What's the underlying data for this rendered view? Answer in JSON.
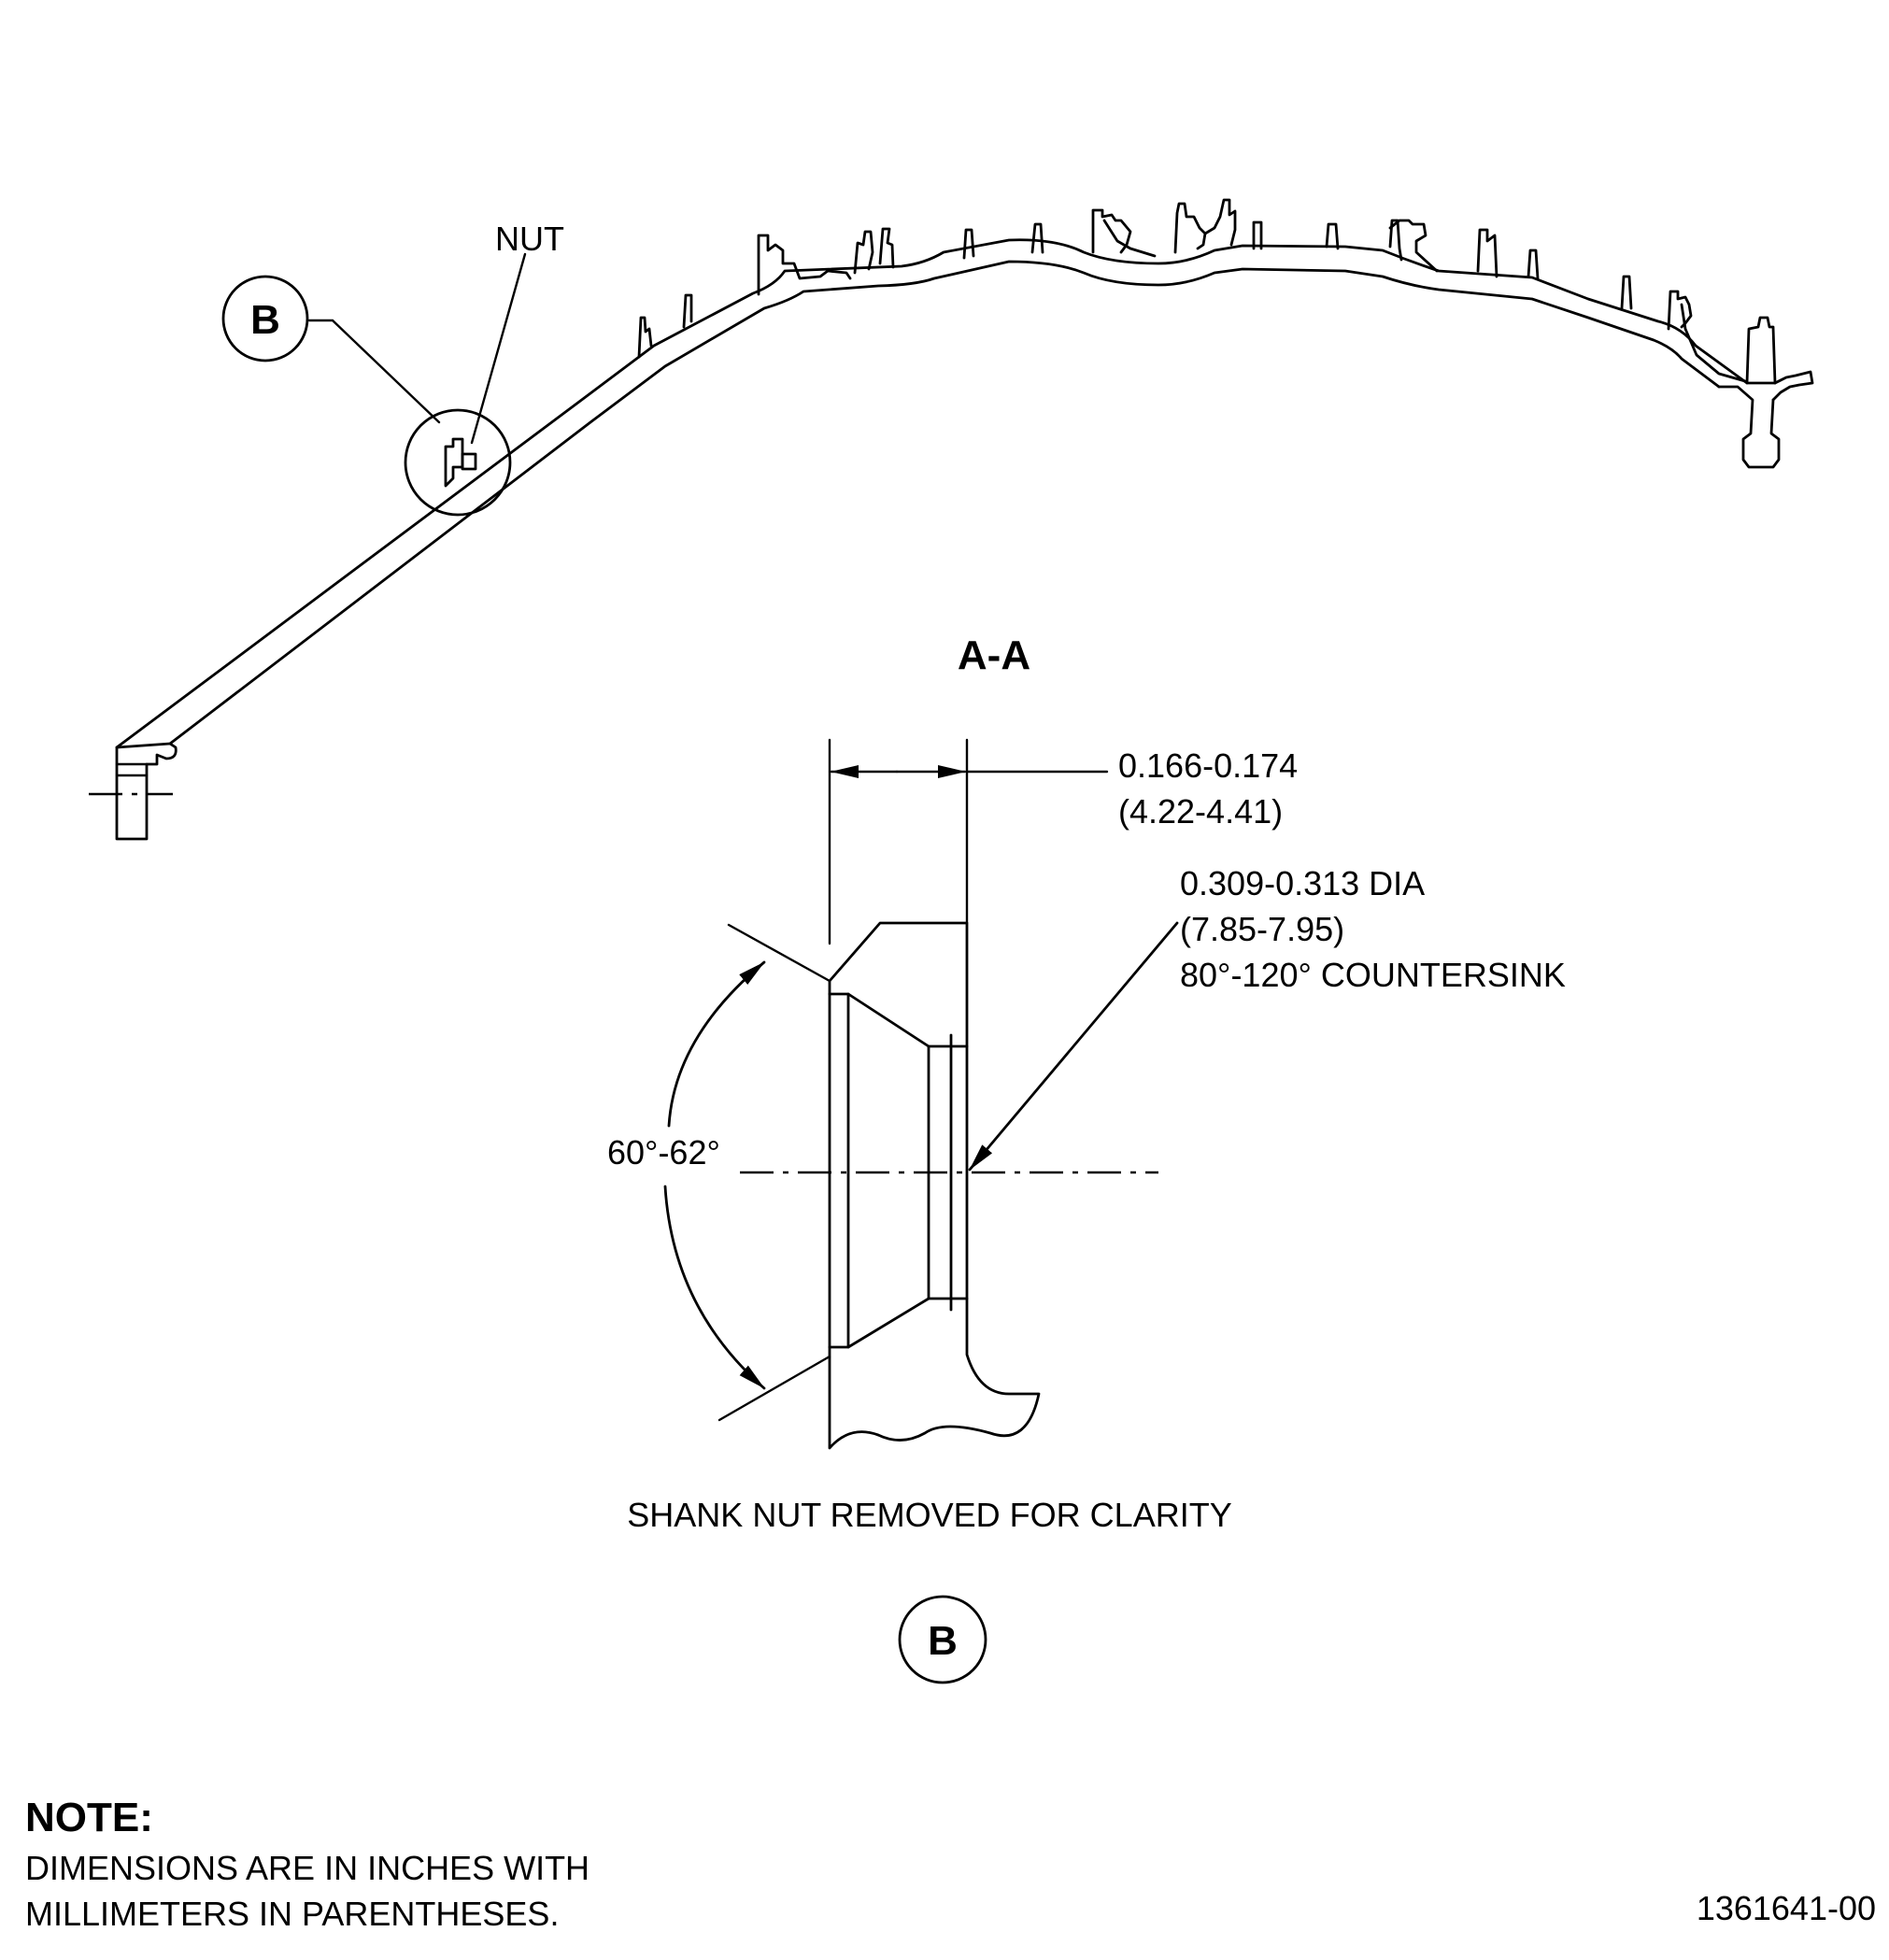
{
  "labels": {
    "nut": "NUT",
    "detail_ref_callout": "B",
    "section_title": "A-A",
    "thickness_in": "0.166-0.174",
    "thickness_mm": "(4.22-4.41)",
    "hole_dia_in": "0.309-0.313 DIA",
    "hole_dia_mm": "(7.85-7.95)",
    "countersink": "80°-120° COUNTERSINK",
    "angle": "60°-62°",
    "caption": "SHANK NUT REMOVED FOR CLARITY",
    "detail_title": "B"
  },
  "note": {
    "heading": "NOTE:",
    "line1": "DIMENSIONS ARE IN INCHES WITH",
    "line2": "MILLIMETERS IN PARENTHESES."
  },
  "drawing_number": "1361641-00"
}
